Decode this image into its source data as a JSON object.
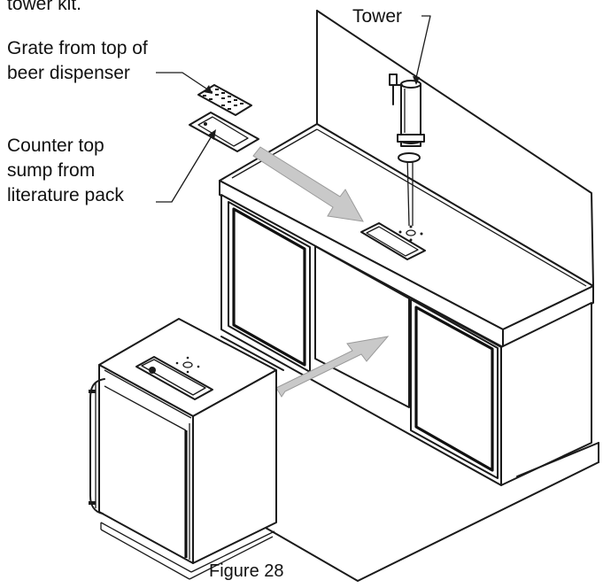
{
  "labels": {
    "intro_fragment": "tower kit.",
    "tower": "Tower",
    "grate_line1": "Grate from top of",
    "grate_line2": "beer dispenser",
    "sump_line1": "Counter top",
    "sump_line2": "sump from",
    "sump_line3": "literature pack",
    "figure_caption": "Figure 28"
  },
  "colors": {
    "line": "#1a1a1a",
    "arrow_fill": "#c9c9c9",
    "background": "#ffffff"
  },
  "icons": {
    "tap_tower": "tower-icon",
    "grate": "grate-icon",
    "sump": "sump-icon",
    "dispenser": "beer-dispenser-icon"
  }
}
